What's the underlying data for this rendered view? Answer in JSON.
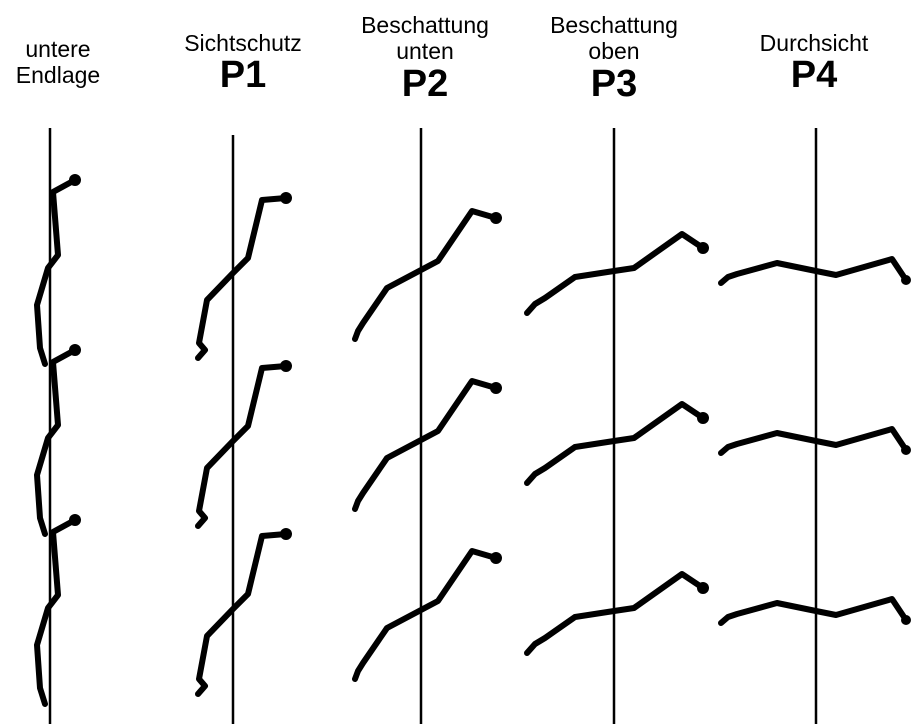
{
  "columns": [
    {
      "label_lines": [
        "untere",
        "Endlage"
      ],
      "position": ""
    },
    {
      "label_lines": [
        "Sichtschutz"
      ],
      "position": "P1"
    },
    {
      "label_lines": [
        "Beschattung",
        "unten"
      ],
      "position": "P2"
    },
    {
      "label_lines": [
        "Beschattung",
        "oben"
      ],
      "position": "P3"
    },
    {
      "label_lines": [
        "Durchsicht"
      ],
      "position": "P4"
    }
  ],
  "colors": {
    "line": "#000000",
    "background": "#ffffff"
  }
}
